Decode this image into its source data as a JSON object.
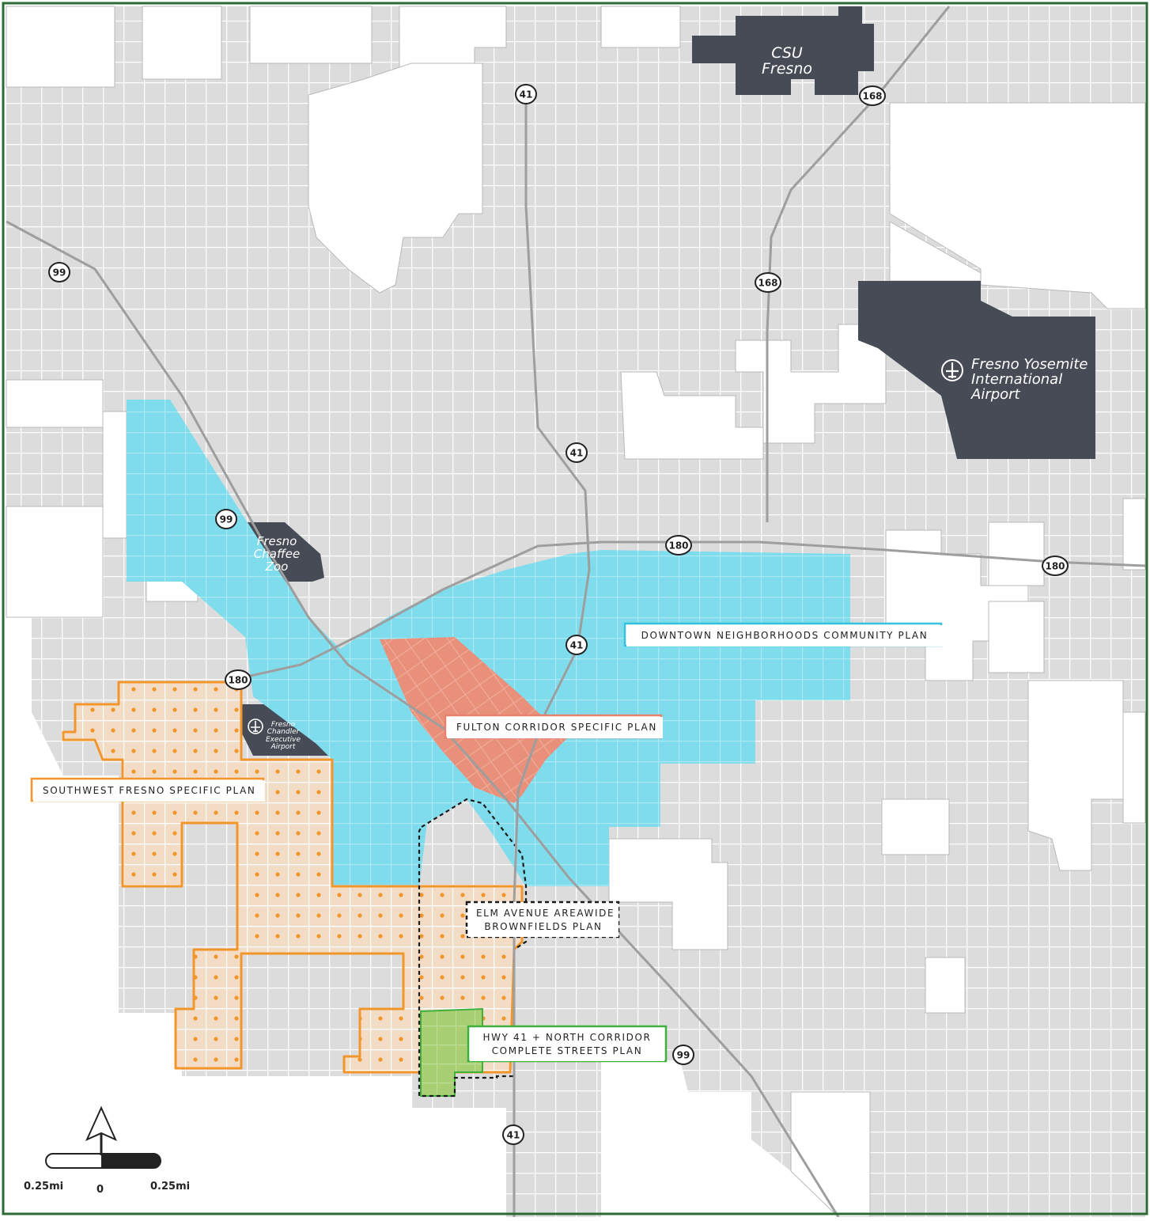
{
  "map": {
    "colors": {
      "background": "#ffffff",
      "city_area": "#dcdcdc",
      "street": "#ffffff",
      "border": "#2e6b34",
      "dark_feature": "#464b55",
      "downtown": "#7fdced",
      "fulton": "#e8907a",
      "southwest": "#f3dcc6",
      "southwest_outline": "#f2962b",
      "hwy41_corridor": "#a8cf73",
      "hwy41_outline": "#3db13c"
    },
    "places": {
      "csu": "CSU\nFresno",
      "airport": "Fresno Yosemite\nInternational\nAirport",
      "zoo": "Fresno\nChaffee\nZoo",
      "exec_airport": "Fresno\nChandler\nExecutive\nAirport"
    },
    "plan_labels": {
      "downtown": "DOWNTOWN NEIGHBORHOODS COMMUNITY PLAN",
      "fulton": "FULTON CORRIDOR SPECIFIC PLAN",
      "southwest": "SOUTHWEST FRESNO SPECIFIC PLAN",
      "elm_line1": "ELM AVENUE AREAWIDE",
      "elm_line2": "BROWNFIELDS PLAN",
      "hwy_line1": "HWY 41 + NORTH CORRIDOR",
      "hwy_line2": "COMPLETE STREETS PLAN"
    },
    "highway_shields": [
      {
        "route": "41",
        "id": "sh-41-north"
      },
      {
        "route": "168",
        "id": "sh-168-north"
      },
      {
        "route": "99",
        "id": "sh-99-west"
      },
      {
        "route": "168",
        "id": "sh-168-middle"
      },
      {
        "route": "41",
        "id": "sh-41-upper"
      },
      {
        "route": "99",
        "id": "sh-99-zoo"
      },
      {
        "route": "180",
        "id": "sh-180-center"
      },
      {
        "route": "180",
        "id": "sh-180-east"
      },
      {
        "route": "41",
        "id": "sh-41-downtown"
      },
      {
        "route": "180",
        "id": "sh-180-west"
      },
      {
        "route": "99",
        "id": "sh-99-south"
      },
      {
        "route": "41",
        "id": "sh-41-south"
      }
    ],
    "scale": {
      "left_label": "0.25mi",
      "center_label": "0",
      "right_label": "0.25mi"
    },
    "north_arrow": "north-arrow"
  }
}
